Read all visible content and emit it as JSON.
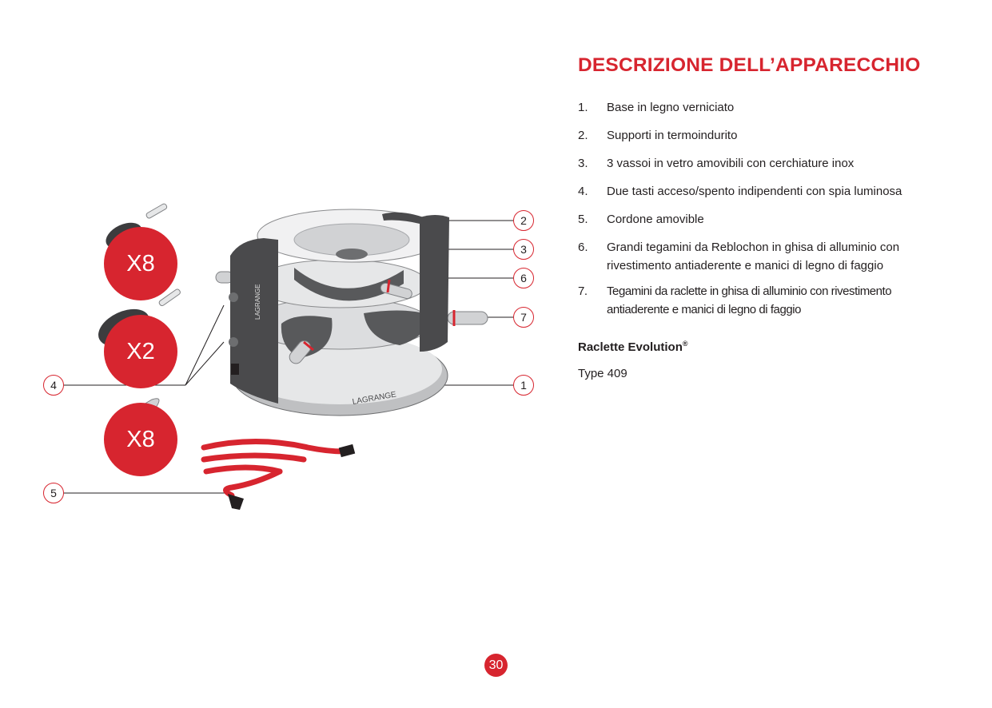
{
  "heading": "DESCRIZIONE DELL’APPARECCHIO",
  "items": [
    {
      "num": "1.",
      "text": "Base in legno verniciato"
    },
    {
      "num": "2.",
      "text": "Supporti in termoindurito"
    },
    {
      "num": "3.",
      "text": "3 vassoi in vetro amovibili con cerchiature inox"
    },
    {
      "num": "4.",
      "text": "Due tasti acceso/spento indipendenti con spia luminosa"
    },
    {
      "num": "5.",
      "text": "Cordone amovible"
    },
    {
      "num": "6.",
      "text": "Grandi tegamini da Reblochon in ghisa di alluminio con rivestimento antiaderente e manici di legno di faggio"
    },
    {
      "num": "7.",
      "text": "Tegamini da raclette in ghisa di alluminio con rivestimento antiaderente e manici di legno di faggio"
    }
  ],
  "model": {
    "name": "Raclette Evolution",
    "mark": "®"
  },
  "type": "Type 409",
  "page_number": "30",
  "callouts": {
    "c1": "1",
    "c2": "2",
    "c3": "3",
    "c4": "4",
    "c5": "5",
    "c6": "6",
    "c7": "7"
  },
  "badges": {
    "large_pans": "X8",
    "reblochon_pans": "X2",
    "spatulas": "X8"
  },
  "brand_logo": "LAGRANGE",
  "colors": {
    "accent": "#d7252f",
    "text": "#231f20",
    "appliance": "#4a4a4c"
  }
}
